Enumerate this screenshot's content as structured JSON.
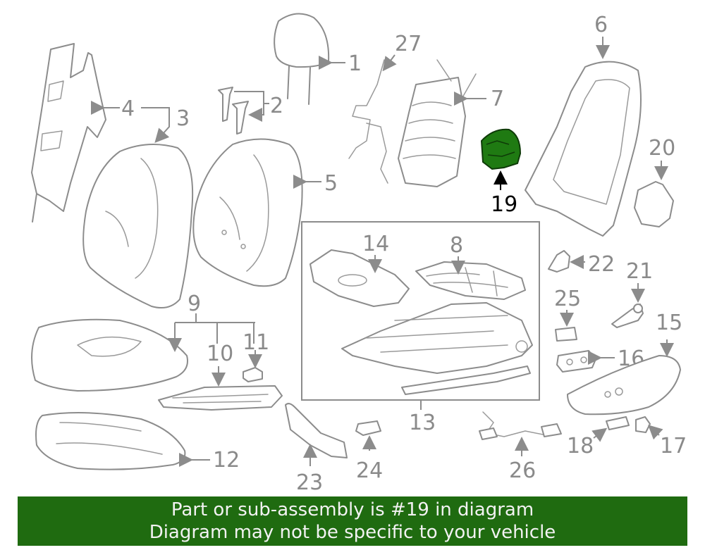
{
  "callouts": {
    "n1": "1",
    "n2": "2",
    "n3": "3",
    "n4": "4",
    "n5": "5",
    "n6": "6",
    "n7": "7",
    "n8": "8",
    "n9": "9",
    "n10": "10",
    "n11": "11",
    "n12": "12",
    "n13": "13",
    "n14": "14",
    "n15": "15",
    "n16": "16",
    "n17": "17",
    "n18": "18",
    "n19": "19",
    "n20": "20",
    "n21": "21",
    "n22": "22",
    "n23": "23",
    "n24": "24",
    "n25": "25",
    "n26": "26",
    "n27": "27"
  },
  "highlight": {
    "part_number": "19",
    "color": "#1f7a12"
  },
  "banner": {
    "line1": "Part or sub-assembly is #19 in diagram",
    "line2": "Diagram may not be specific to your vehicle",
    "background": "#1f6b10"
  }
}
